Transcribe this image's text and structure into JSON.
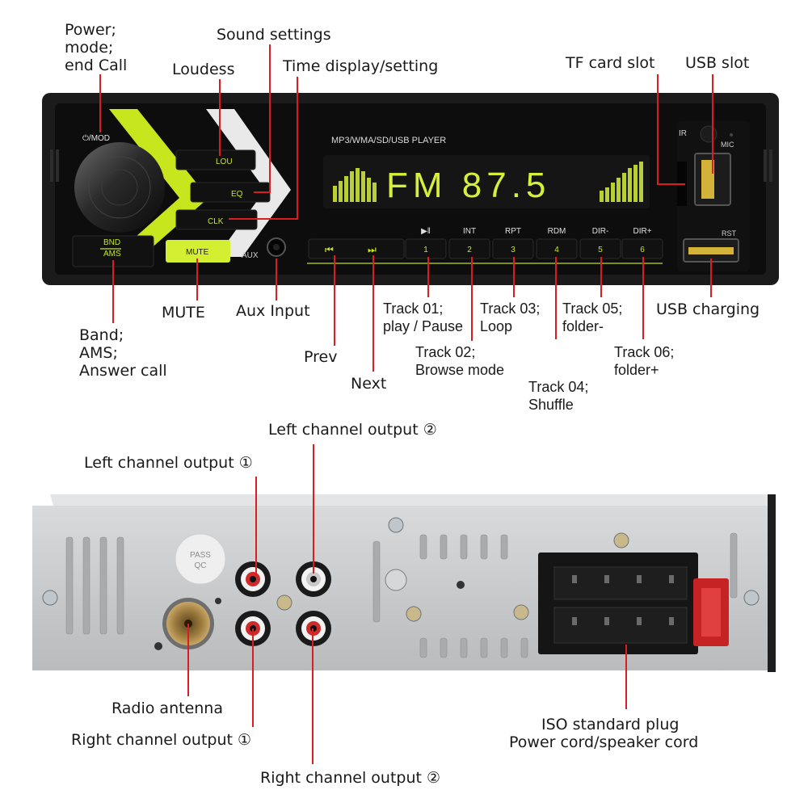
{
  "front_panel": {
    "display_caption": "MP3/WMA/SD/USB    PLAYER",
    "display_text": "FM  87.5",
    "buttons": {
      "power": "⏻/MOD",
      "lou": "LOU",
      "eq": "EQ",
      "clk": "CLK",
      "bnd": "BND",
      "ams": "AMS",
      "mute": "MUTE",
      "aux": "AUX",
      "ir": "IR",
      "mic": "MIC",
      "rst": "RST",
      "presets": [
        {
          "top": "▶‖",
          "num": "1"
        },
        {
          "top": "INT",
          "num": "2"
        },
        {
          "top": "RPT",
          "num": "3"
        },
        {
          "top": "RDM",
          "num": "4"
        },
        {
          "top": "DIR-",
          "num": "5"
        },
        {
          "top": "DIR+",
          "num": "6"
        }
      ],
      "prev_glyph": "⏮",
      "next_glyph": "⏭"
    },
    "callouts": {
      "power_mode": [
        "Power;",
        "mode;",
        "end Call"
      ],
      "sound_settings": "Sound settings",
      "loudess": "Loudess",
      "time_display": "Time display/setting",
      "tf_slot": "TF card slot",
      "usb_slot": "USB slot",
      "band": [
        "Band;",
        "AMS;",
        "Answer call"
      ],
      "mute": "MUTE",
      "aux_input": "Aux Input",
      "prev": "Prev",
      "next": "Next",
      "track01": [
        "Track 01;",
        "play / Pause"
      ],
      "track02": [
        "Track 02;",
        "Browse mode"
      ],
      "track03": [
        "Track 03;",
        "Loop"
      ],
      "track04": [
        "Track 04;",
        "Shuffle"
      ],
      "track05": [
        "Track 05;",
        "folder-"
      ],
      "track06": [
        "Track 06;",
        "folder+"
      ],
      "usb_charging": "USB charging"
    }
  },
  "rear_panel": {
    "pass_qc": [
      "PASS",
      "QC"
    ],
    "callouts": {
      "left1": "Left channel output ①",
      "left2": "Left channel output ②",
      "antenna": "Radio antenna",
      "right1": "Right channel output ①",
      "right2": "Right channel output ②",
      "iso": [
        "ISO standard plug",
        "Power cord/speaker cord"
      ]
    }
  },
  "colors": {
    "callout_line": "#d81e1e",
    "lime": "#c8e61e",
    "display_green": "#d6f03a",
    "panel": "#141414",
    "metal": "#c9cbcd"
  }
}
